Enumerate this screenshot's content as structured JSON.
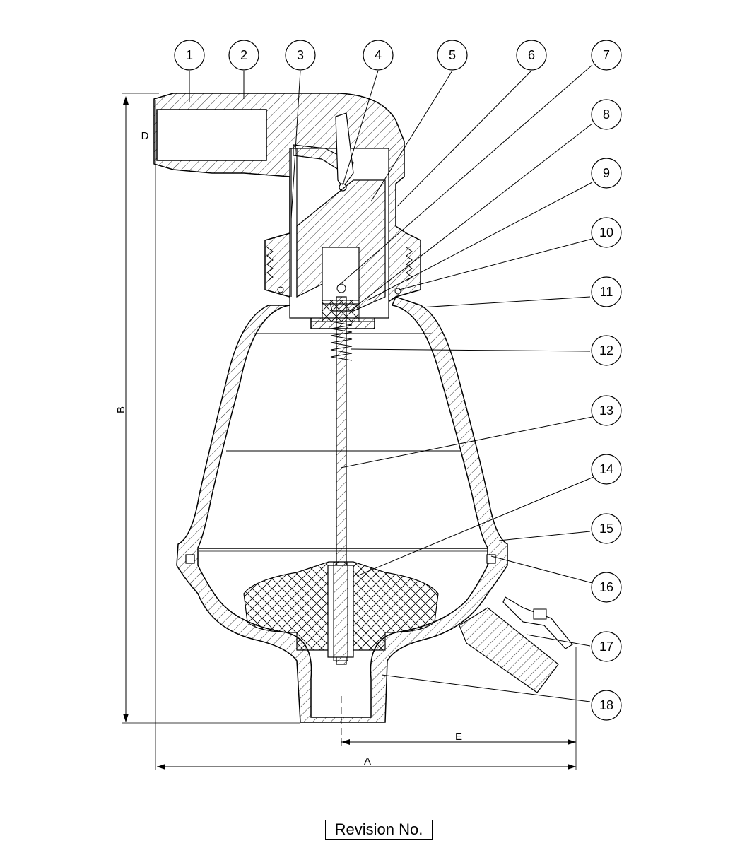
{
  "balloons": [
    "1",
    "2",
    "3",
    "4",
    "5",
    "6",
    "7",
    "8",
    "9",
    "10",
    "11",
    "12",
    "13",
    "14",
    "15",
    "16",
    "17",
    "18"
  ],
  "dimensions": {
    "A": "A",
    "B": "B",
    "D": "D",
    "E": "E"
  },
  "revision_label": "Revision No."
}
